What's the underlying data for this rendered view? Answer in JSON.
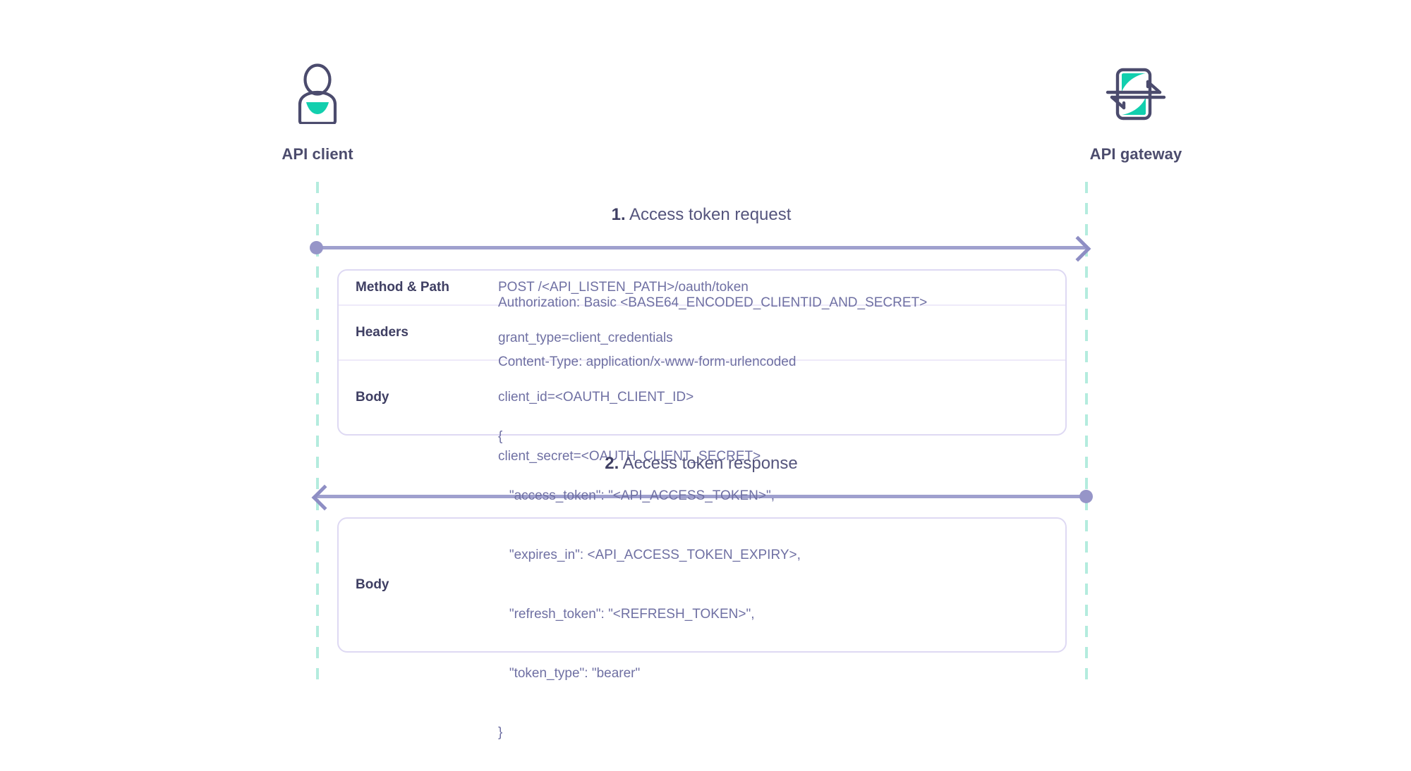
{
  "diagram": {
    "title": "API client to API gateway OAuth access token sequence",
    "colors": {
      "actor_label": "#4c4c6d",
      "icon_outline": "#4b4b6d",
      "icon_accent_teal": "#12cfae",
      "lifeline": "#b4ecde",
      "arrow": "#9fa0ce",
      "card_border": "#ded9f3",
      "row_divider": "#eeeaf9",
      "key_text": "#3f3f63",
      "value_text": "#6f70a3",
      "background": "#ffffff"
    }
  },
  "actors": [
    {
      "id": "client",
      "label": "API client",
      "icon": "user-person-icon"
    },
    {
      "id": "gateway",
      "label": "API gateway",
      "icon": "api-gateway-exchange-icon"
    }
  ],
  "steps": [
    {
      "number": "1.",
      "title": "Access token request",
      "direction": "client-to-gateway",
      "arrow": {
        "start_marker": "dot",
        "end_marker": "arrowhead"
      },
      "rows": [
        {
          "key": "Method & Path",
          "lines": [
            "POST /<API_LISTEN_PATH>/oauth/token"
          ]
        },
        {
          "key": "Headers",
          "lines": [
            "Authorization: Basic <BASE64_ENCODED_CLIENTID_AND_SECRET>",
            "Content-Type: application/x-www-form-urlencoded"
          ]
        },
        {
          "key": "Body",
          "lines": [
            "grant_type=client_credentials",
            "client_id=<OAUTH_CLIENT_ID>",
            "client_secret=<OAUTH_CLIENT_SECRET>"
          ]
        }
      ]
    },
    {
      "number": "2.",
      "title": "Access token response",
      "direction": "gateway-to-client",
      "arrow": {
        "start_marker": "arrowhead",
        "end_marker": "dot"
      },
      "rows": [
        {
          "key": "Body",
          "lines": [
            "{",
            "   \"access_token\": \"<API_ACCESS_TOKEN>\",",
            "   \"expires_in\": <API_ACCESS_TOKEN_EXPIRY>,",
            "   \"refresh_token\": \"<REFRESH_TOKEN>\",",
            "   \"token_type\": \"bearer\"",
            "}"
          ]
        }
      ]
    }
  ]
}
